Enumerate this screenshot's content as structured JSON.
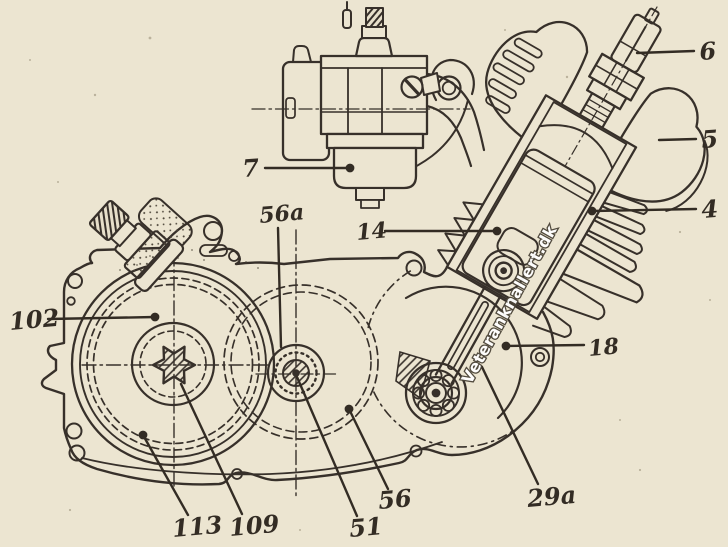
{
  "diagram": {
    "description": "Two-stroke moped engine sectional parts diagram",
    "watermark": "Veteranknallert.dk",
    "colors": {
      "paper": "#ece5d1",
      "ink": "#37302a",
      "watermark_fill": "#ffffff"
    },
    "labels": [
      {
        "id": "6",
        "text": "6"
      },
      {
        "id": "5",
        "text": "5"
      },
      {
        "id": "4",
        "text": "4"
      },
      {
        "id": "7",
        "text": "7"
      },
      {
        "id": "56a",
        "text": "56a"
      },
      {
        "id": "14",
        "text": "14"
      },
      {
        "id": "102",
        "text": "102"
      },
      {
        "id": "18",
        "text": "18"
      },
      {
        "id": "29a",
        "text": "29a"
      },
      {
        "id": "56",
        "text": "56"
      },
      {
        "id": "51",
        "text": "51"
      },
      {
        "id": "113",
        "text": "113"
      },
      {
        "id": "109",
        "text": "109"
      }
    ]
  }
}
